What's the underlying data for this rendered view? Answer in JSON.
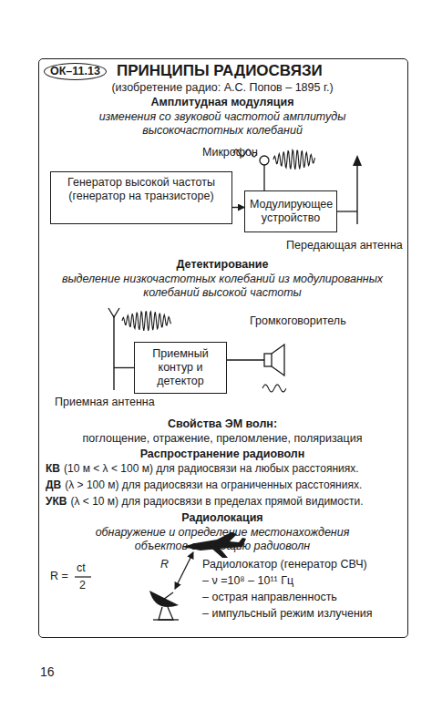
{
  "diagram": {
    "title": "ПРИНЦИПЫ РАДИОСВЯЗИ",
    "nodes": [
      {
        "text": [
          "ОК–11.13"
        ]
      },
      {
        "text": [
          "Генератор высокой частоты (генератор на транзисторе)"
        ]
      },
      {
        "text": [
          "Модулирующее устройство"
        ]
      },
      {
        "text": [
          "Приемный контур и детектор"
        ]
      }
    ],
    "edges": [
      {
        "from": 1,
        "to": 2,
        "arrow": "to"
      }
    ],
    "labels": [
      "(изобретение радио: А.С. Попов – 1895 г.)",
      "Амплитудная модуляция",
      "изменения со звуковой частотой амплитуды высокочастотных колебаний",
      "Микрофон",
      "Передающая антенна",
      "Детектирование",
      "выделение низкочастотных колебаний из модулированных колебаний высокой частоты",
      "Громкоговоритель",
      "Приемная антенна",
      "Свойства ЭМ волн:",
      "поглощение, отражение, преломление, поляризация",
      "Распространение радиоволн",
      "КВ",
      "(10 м < λ < 100 м) для радиосвязи на любых расстояниях.",
      "ДВ",
      "(λ > 100 м)  для радиосвязи на ограниченных расстояниях.",
      "УКВ",
      "(λ < 10 м) для радиосвязи в пределах прямой видимости.",
      "Радиолокация",
      "обнаружение и определение местонахождения объектов с помощью радиоволн",
      "R =",
      "ct",
      "2",
      "R",
      "Радиолокатор (генератор СВЧ)",
      "– ν =10⁸ – 10¹¹ Гц",
      "– острая направленность",
      "– импульсный режим излучения",
      "16"
    ]
  }
}
